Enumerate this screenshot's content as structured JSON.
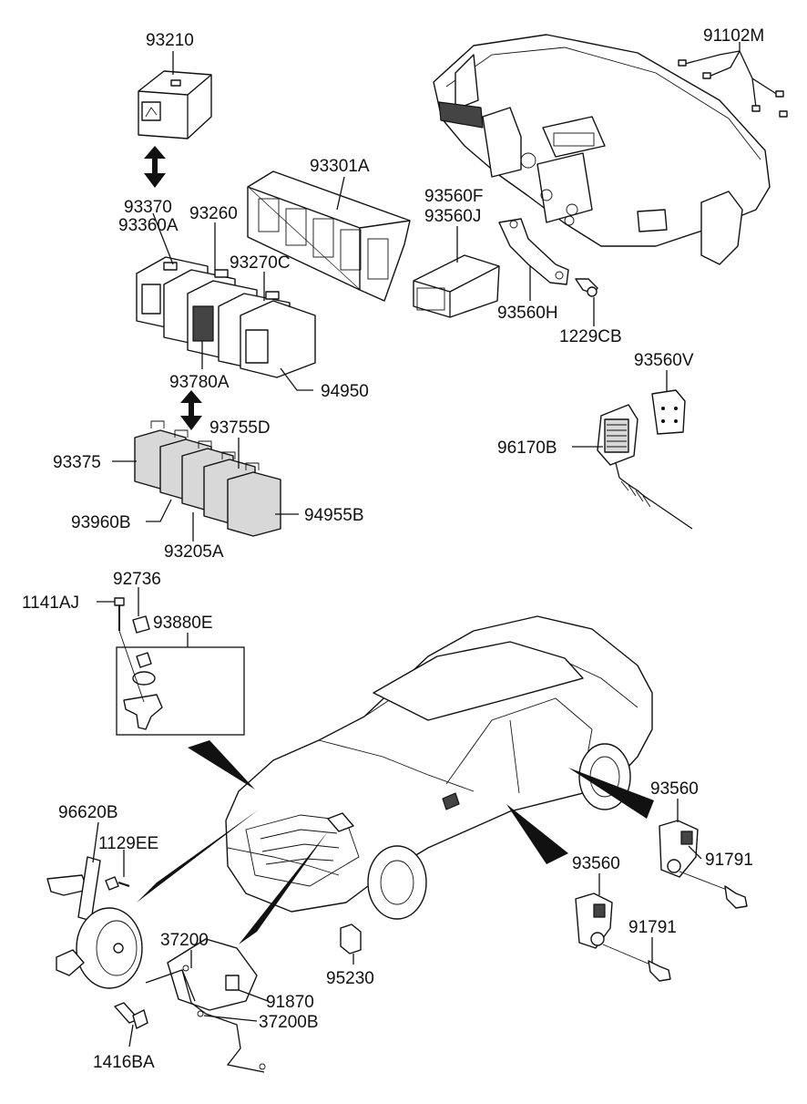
{
  "part_labels": {
    "p93210": "93210",
    "p93370": "93370",
    "p93360A": "93360A",
    "p93260": "93260",
    "p93301A": "93301A",
    "p93270C": "93270C",
    "p93780A": "93780A",
    "p94950": "94950",
    "p93755D": "93755D",
    "p93375": "93375",
    "p93960B": "93960B",
    "p94955B": "94955B",
    "p93205A": "93205A",
    "p93560F": "93560F",
    "p93560J": "93560J",
    "p93560H": "93560H",
    "p1229CB": "1229CB",
    "p91102M": "91102M",
    "p93560V": "93560V",
    "p96170B": "96170B",
    "p92736": "92736",
    "p1141AJ": "1141AJ",
    "p93880E": "93880E",
    "p96620B": "96620B",
    "p1129EE": "1129EE",
    "p37200": "37200",
    "p91870": "91870",
    "p37200B": "37200B",
    "p1416BA": "1416BA",
    "p95230": "95230",
    "p93560_a": "93560",
    "p91791_a": "91791",
    "p93560_b": "93560",
    "p91791_b": "91791"
  }
}
